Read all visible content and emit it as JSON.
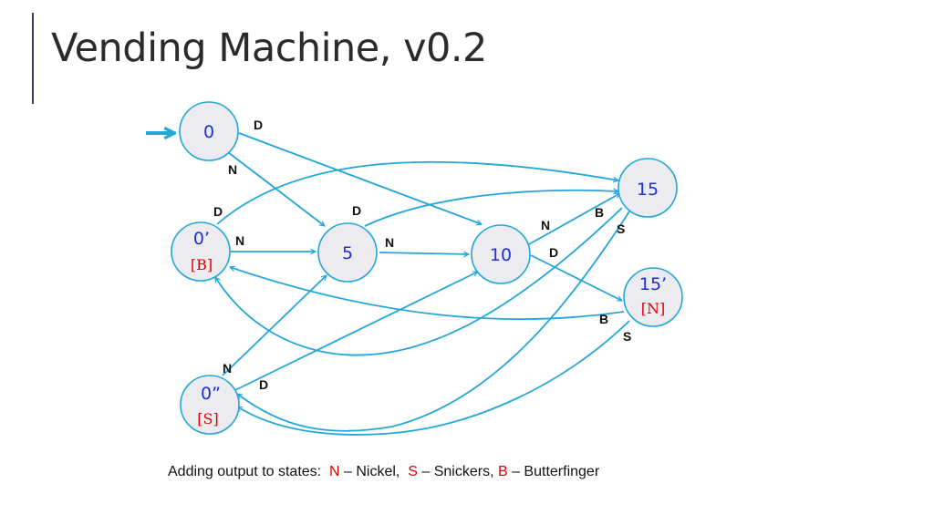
{
  "title": "Vending Machine, v0.2",
  "colors": {
    "state_fill": "#ececf0",
    "state_stroke": "#23a7d8",
    "arrow": "#23a7d8",
    "state_text": "#1f2fd0",
    "output_text": "#e00000"
  },
  "states": {
    "s0": {
      "label": "0"
    },
    "s0p": {
      "label": "0’",
      "output": "[B]"
    },
    "s0pp": {
      "label": "0”",
      "output": "[S]"
    },
    "s5": {
      "label": "5"
    },
    "s10": {
      "label": "10"
    },
    "s15": {
      "label": "15"
    },
    "s15p": {
      "label": "15’",
      "output": "[N]"
    }
  },
  "edge_labels": {
    "e0_d": "D",
    "e0_n": "N",
    "e0p_d": "D",
    "e0p_n": "N",
    "e5_d": "D",
    "e5_n": "N",
    "e10_n": "N",
    "e10_d": "D",
    "e15_b": "B",
    "e15_s": "S",
    "e15p_b": "B",
    "e15p_s": "S",
    "e0pp_n": "N",
    "e0pp_d": "D"
  },
  "caption": {
    "prefix": "Adding output to states:  ",
    "n_key": "N",
    "n_text": " – Nickel,  ",
    "s_key": "S",
    "s_text": " – Snickers, ",
    "b_key": "B",
    "b_text": " – Butterfinger"
  }
}
